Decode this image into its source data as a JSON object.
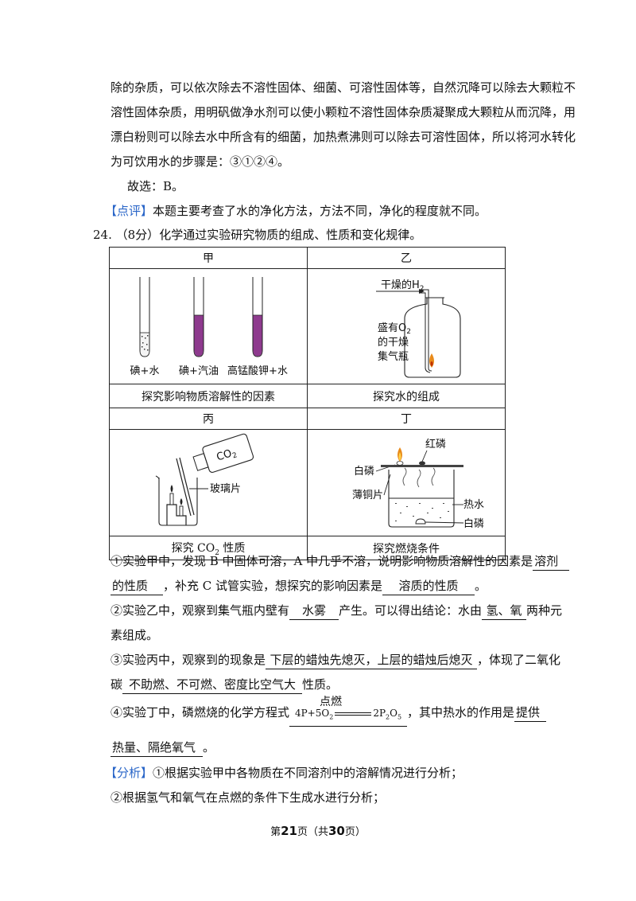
{
  "solution": {
    "line1": "除的杂质，可以依次除去不溶性固体、细菌、可溶性固体等，自然沉降可以除去大颗粒不",
    "line2": "溶性固体杂质，用明矾做净水剂可以使小颗粒不溶性固体杂质凝聚成大颗粒从而沉降，用",
    "line3": "漂白粉则可以除去水中所含有的细菌，加热煮沸则可以除去可溶性固体，所以将河水转化",
    "line4": "为可饮用水的步骤是：③①②④。",
    "answer": "故选：B。"
  },
  "comment": {
    "tag": "【点评】",
    "text": "本题主要考查了水的净化方法，方法不同，净化的程度就不同。"
  },
  "question": {
    "number": "24.",
    "score": "（8分）",
    "text": "化学通过实验研究物质的组成、性质和变化规律。"
  },
  "table": {
    "jia": {
      "header": "甲",
      "caption": "探究影响物质溶解性的因素",
      "labels": [
        "碘+水",
        "碘+汽油",
        "高锰酸钾+水"
      ]
    },
    "yi": {
      "header": "乙",
      "caption": "探究水的组成",
      "gas_label": "干燥的",
      "gas_formula": "H",
      "gas_sub": "2",
      "bottle_line1": "盛有",
      "bottle_line1_formula": "O",
      "bottle_line1_sub": "2",
      "bottle_line2": "的干燥",
      "bottle_line3": "集气瓶"
    },
    "bing": {
      "header": "丙",
      "caption_pre": "探究",
      "caption_formula": "CO",
      "caption_sub": "2",
      "caption_post": "性质",
      "bottle_formula": "CO",
      "bottle_sub": "2",
      "glass_label": "玻璃片"
    },
    "ding": {
      "header": "丁",
      "caption": "探究燃烧条件",
      "red_p": "红磷",
      "white_p_top": "白磷",
      "copper": "薄铜片",
      "hot_water": "热水",
      "white_p_bottom": "白磷"
    }
  },
  "answers": {
    "q1_a": "①实验甲中，发现 B 中固体可溶，A 中几乎不溶，说明影响物质溶解性的因素是",
    "q1_b1": "溶剂",
    "q1_b2": "的性质",
    "q1_c": "，补充 C 试管实验，想探究的影响因素是",
    "q1_d": "溶质的性质",
    "q1_e": "。",
    "q2_a": "②实验乙中，观察到集气瓶内壁有",
    "q2_b": "水雾",
    "q2_c": "产生。可以得出结论：水由",
    "q2_d": "氢、氧",
    "q2_e": "两种元",
    "q2_f": "素组成。",
    "q3_a": "③实验丙中，观察到的现象是",
    "q3_b": "下层的蜡烛先熄灭，上层的蜡烛后熄灭",
    "q3_c": "，体现了二氧化",
    "q3_d": "碳",
    "q3_e": "不助燃、不可燃、密度比空气大",
    "q3_f": "性质。",
    "q4_a": "④实验丁中，磷燃烧的化学方程式",
    "q4_lhs": "4P+5O",
    "q4_lhs_sub": "2",
    "q4_cond": "点燃",
    "q4_rhs": "2P",
    "q4_rhs_sub1": "2",
    "q4_rhs_o": "O",
    "q4_rhs_sub2": "5",
    "q4_c": "，其中热水的作用是",
    "q4_d": "提供",
    "q4_e": "热量、隔绝氧气",
    "q4_f": "。"
  },
  "analysis": {
    "tag": "【分析】",
    "line1": "①根据实验甲中各物质在不同溶剂中的溶解情况进行分析；",
    "line2": "②根据氢气和氧气在点燃的条件下生成水进行分析；"
  },
  "footer": {
    "pre": "第",
    "page": "21",
    "mid": "页（共",
    "total": "30",
    "post": "页）"
  },
  "colors": {
    "tag_blue": "#2a66c8",
    "permanganate": "#8e3a8e",
    "flame": "#e88a1a"
  }
}
